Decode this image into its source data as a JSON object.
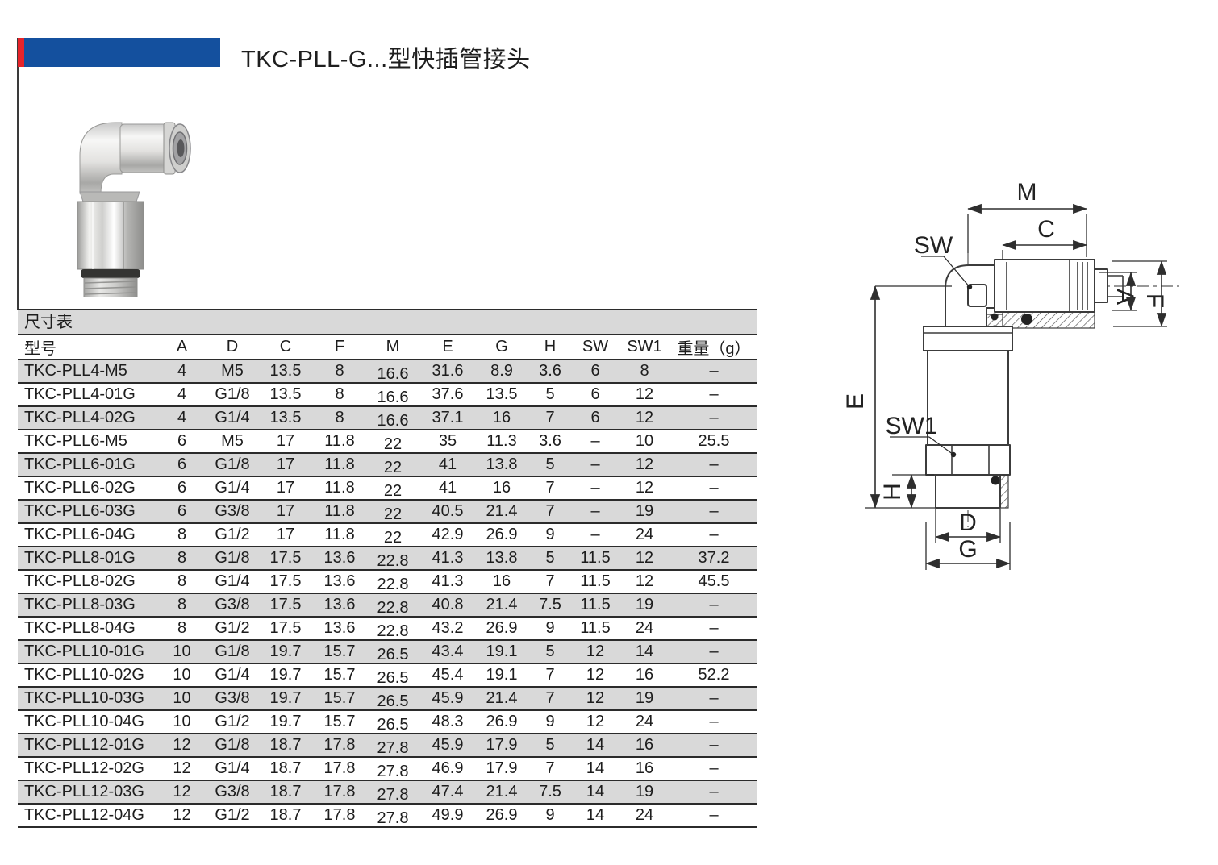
{
  "header": {
    "title": "TKC-PLL-G...型快插管接头"
  },
  "table": {
    "caption": "尺寸表",
    "columns": [
      "型号",
      "A",
      "D",
      "C",
      "F",
      "M",
      "E",
      "G",
      "H",
      "SW",
      "SW1",
      "重量（g）"
    ],
    "rows": [
      [
        "TKC-PLL4-M5",
        "4",
        "M5",
        "13.5",
        "8",
        "16.6",
        "31.6",
        "8.9",
        "3.6",
        "6",
        "8",
        "–"
      ],
      [
        "TKC-PLL4-01G",
        "4",
        "G1/8",
        "13.5",
        "8",
        "16.6",
        "37.6",
        "13.5",
        "5",
        "6",
        "12",
        "–"
      ],
      [
        "TKC-PLL4-02G",
        "4",
        "G1/4",
        "13.5",
        "8",
        "16.6",
        "37.1",
        "16",
        "7",
        "6",
        "12",
        "–"
      ],
      [
        "TKC-PLL6-M5",
        "6",
        "M5",
        "17",
        "11.8",
        "22",
        "35",
        "11.3",
        "3.6",
        "–",
        "10",
        "25.5"
      ],
      [
        "TKC-PLL6-01G",
        "6",
        "G1/8",
        "17",
        "11.8",
        "22",
        "41",
        "13.8",
        "5",
        "–",
        "12",
        "–"
      ],
      [
        "TKC-PLL6-02G",
        "6",
        "G1/4",
        "17",
        "11.8",
        "22",
        "41",
        "16",
        "7",
        "–",
        "12",
        "–"
      ],
      [
        "TKC-PLL6-03G",
        "6",
        "G3/8",
        "17",
        "11.8",
        "22",
        "40.5",
        "21.4",
        "7",
        "–",
        "19",
        "–"
      ],
      [
        "TKC-PLL6-04G",
        "8",
        "G1/2",
        "17",
        "11.8",
        "22",
        "42.9",
        "26.9",
        "9",
        "–",
        "24",
        "–"
      ],
      [
        "TKC-PLL8-01G",
        "8",
        "G1/8",
        "17.5",
        "13.6",
        "22.8",
        "41.3",
        "13.8",
        "5",
        "11.5",
        "12",
        "37.2"
      ],
      [
        "TKC-PLL8-02G",
        "8",
        "G1/4",
        "17.5",
        "13.6",
        "22.8",
        "41.3",
        "16",
        "7",
        "11.5",
        "12",
        "45.5"
      ],
      [
        "TKC-PLL8-03G",
        "8",
        "G3/8",
        "17.5",
        "13.6",
        "22.8",
        "40.8",
        "21.4",
        "7.5",
        "11.5",
        "19",
        "–"
      ],
      [
        "TKC-PLL8-04G",
        "8",
        "G1/2",
        "17.5",
        "13.6",
        "22.8",
        "43.2",
        "26.9",
        "9",
        "11.5",
        "24",
        "–"
      ],
      [
        "TKC-PLL10-01G",
        "10",
        "G1/8",
        "19.7",
        "15.7",
        "26.5",
        "43.4",
        "19.1",
        "5",
        "12",
        "14",
        "–"
      ],
      [
        "TKC-PLL10-02G",
        "10",
        "G1/4",
        "19.7",
        "15.7",
        "26.5",
        "45.4",
        "19.1",
        "7",
        "12",
        "16",
        "52.2"
      ],
      [
        "TKC-PLL10-03G",
        "10",
        "G3/8",
        "19.7",
        "15.7",
        "26.5",
        "45.9",
        "21.4",
        "7",
        "12",
        "19",
        "–"
      ],
      [
        "TKC-PLL10-04G",
        "10",
        "G1/2",
        "19.7",
        "15.7",
        "26.5",
        "48.3",
        "26.9",
        "9",
        "12",
        "24",
        "–"
      ],
      [
        "TKC-PLL12-01G",
        "12",
        "G1/8",
        "18.7",
        "17.8",
        "27.8",
        "45.9",
        "17.9",
        "5",
        "14",
        "16",
        "–"
      ],
      [
        "TKC-PLL12-02G",
        "12",
        "G1/4",
        "18.7",
        "17.8",
        "27.8",
        "46.9",
        "17.9",
        "7",
        "14",
        "16",
        "–"
      ],
      [
        "TKC-PLL12-03G",
        "12",
        "G3/8",
        "18.7",
        "17.8",
        "27.8",
        "47.4",
        "21.4",
        "7.5",
        "14",
        "19",
        "–"
      ],
      [
        "TKC-PLL12-04G",
        "12",
        "G1/2",
        "18.7",
        "17.8",
        "27.8",
        "49.9",
        "26.9",
        "9",
        "14",
        "24",
        "–"
      ]
    ]
  },
  "drawing": {
    "dim_labels": {
      "m": "M",
      "c": "C",
      "sw": "SW",
      "a": "A",
      "f": "F",
      "e": "E",
      "sw1": "SW1",
      "h": "H",
      "d": "D",
      "g": "G"
    }
  },
  "colors": {
    "brand_blue": "#14509e",
    "brand_red": "#e6242a",
    "row_shade": "#d9d9d9",
    "table_line": "#2b2b2b"
  }
}
